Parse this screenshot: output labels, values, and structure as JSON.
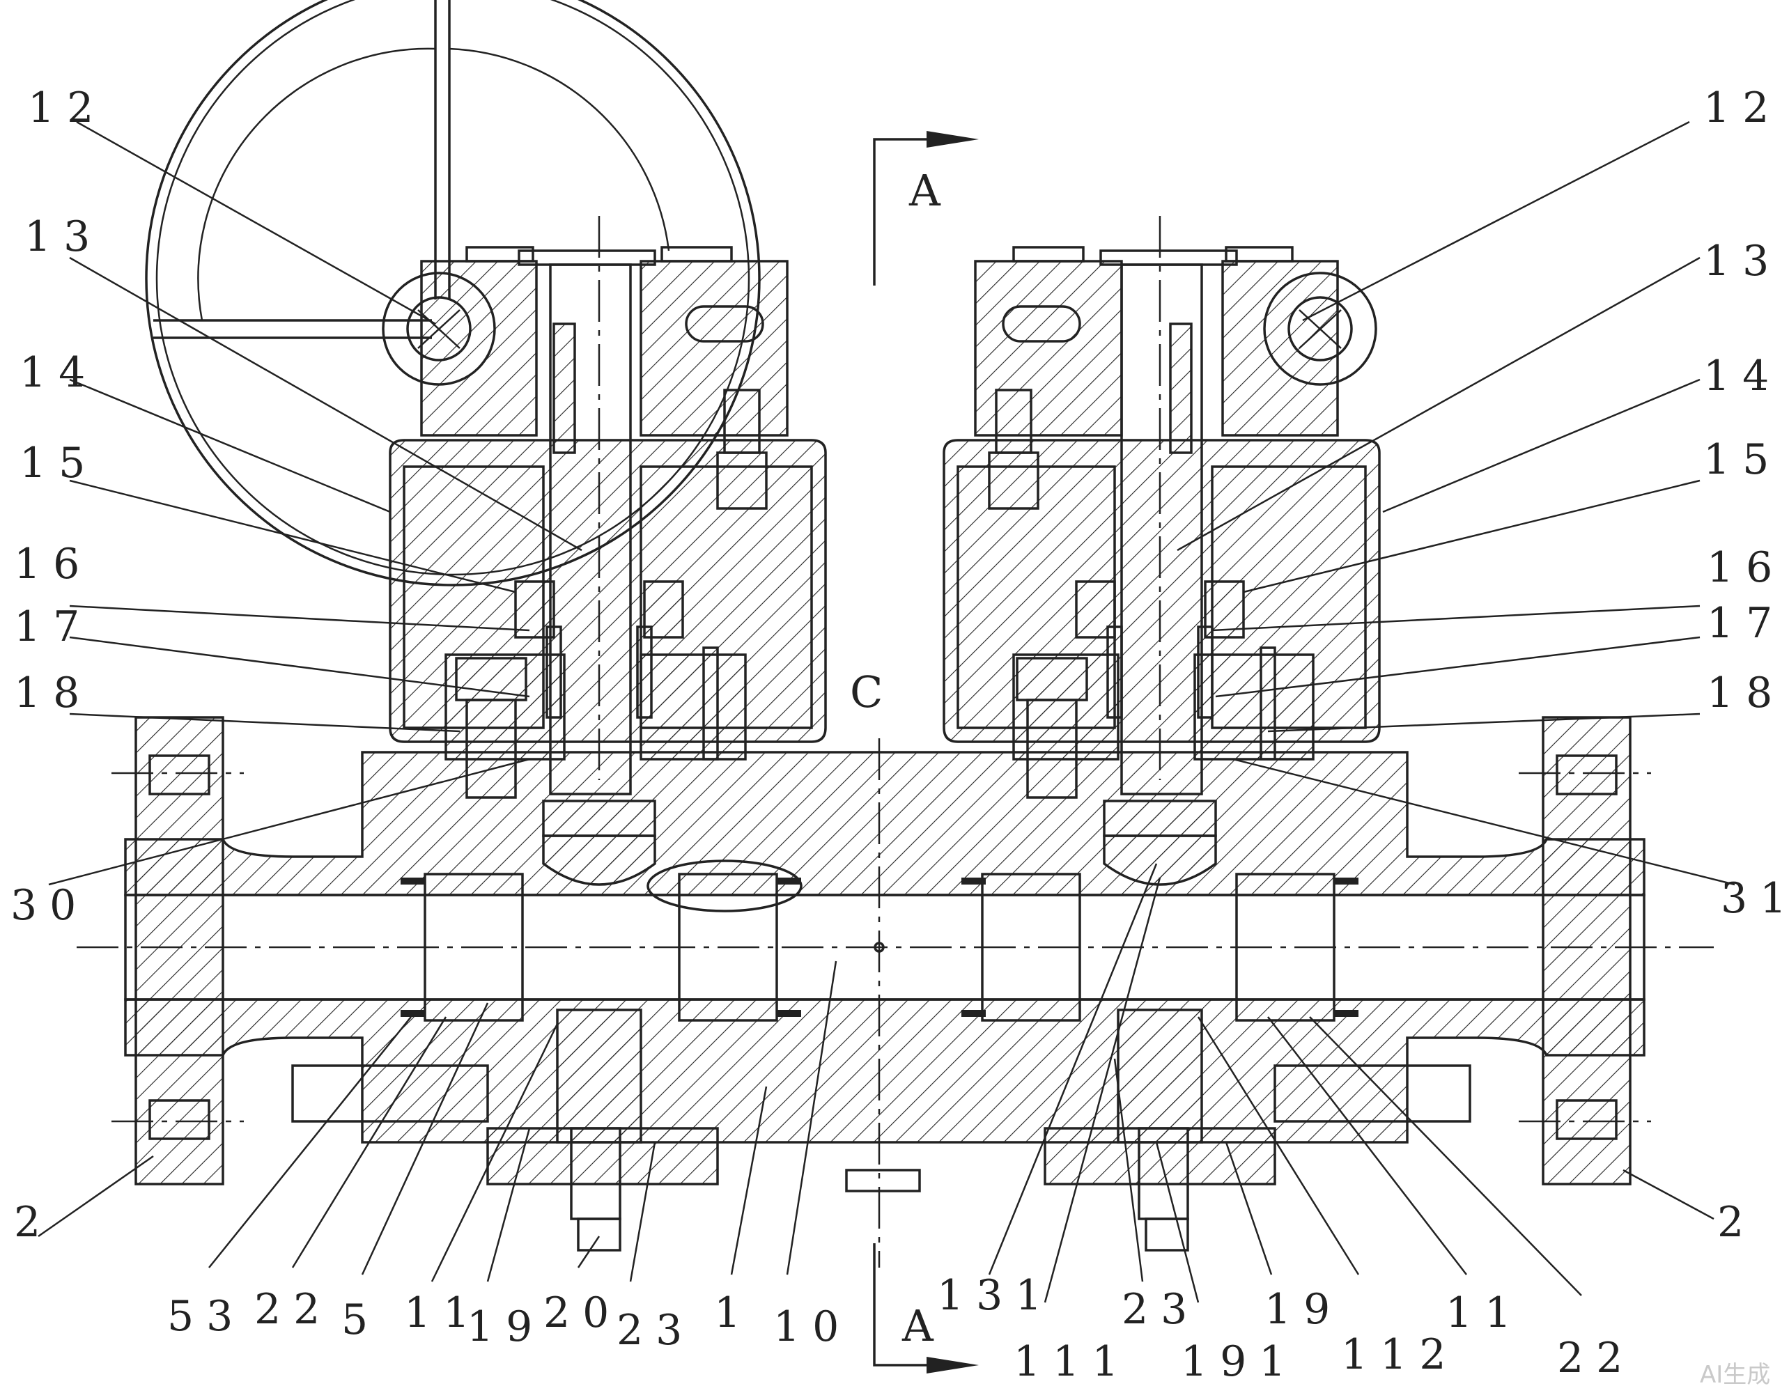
{
  "part_labels": {
    "l12": "12",
    "l13": "13",
    "l14": "14",
    "l15": "15",
    "l16": "16",
    "l17": "17",
    "l18": "18",
    "l30": "30",
    "l2": "2",
    "r12": "12",
    "r13": "13",
    "r14": "14",
    "r15": "15",
    "r16": "16",
    "r17": "17",
    "r18": "18",
    "r31": "31",
    "r2": "2",
    "b53": "53",
    "b22": "22",
    "b5": "5",
    "b11": "11",
    "b19": "19",
    "b20": "20",
    "b23": "23",
    "b1": "1",
    "b10": "10",
    "b131": "131",
    "b111": "111",
    "b23r": "23",
    "b191": "191",
    "b19r": "19",
    "b112": "112",
    "b11r": "11",
    "b22r": "22"
  },
  "section": {
    "top": "A",
    "bottom": "A",
    "detail": "C"
  },
  "watermark": "AI生成"
}
